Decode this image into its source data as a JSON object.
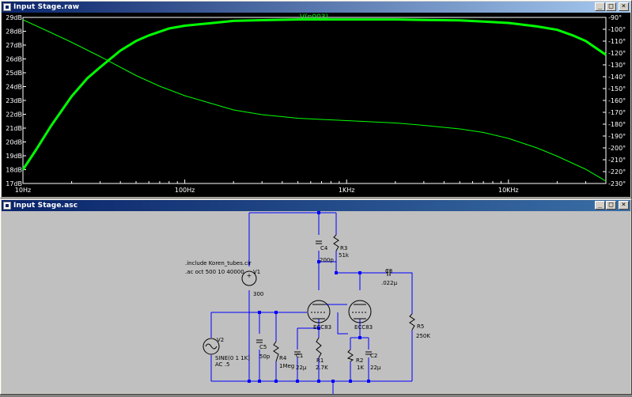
{
  "plot_window": {
    "title": "Input Stage.raw",
    "trace_label": "V(n003)",
    "trace_color": "#00ff00",
    "buttons": {
      "minimize": "_",
      "restore": "□",
      "close": "×"
    }
  },
  "schematic_window": {
    "title": "Input Stage.asc",
    "buttons": {
      "minimize": "_",
      "restore": "□",
      "close": "×"
    },
    "directives": [
      ".include Koren_tubes.cir",
      ".ac oct 500 10 40000"
    ],
    "components": {
      "v1": {
        "ref": "V1",
        "value": "300"
      },
      "v2": {
        "ref": "V2",
        "value": "SINE(0 1 1K)",
        "value2": "AC .5"
      },
      "c4": {
        "ref": "C4",
        "value": "200p"
      },
      "r3": {
        "ref": "R3",
        "value": "51k"
      },
      "c3": {
        "ref": "C3",
        "value": ".022µ"
      },
      "r5": {
        "ref": "R5",
        "value": "250K"
      },
      "c5": {
        "ref": "C5",
        "value": "50p"
      },
      "r4": {
        "ref": "R4",
        "value": "1Meg"
      },
      "c1": {
        "ref": "C1",
        "value": "22µ"
      },
      "r1": {
        "ref": "R1",
        "value": "2.7K"
      },
      "r2": {
        "ref": "R2",
        "value": "1K"
      },
      "c2": {
        "ref": "C2",
        "value": "22µ"
      },
      "u1": {
        "value": "ECC83"
      },
      "u2": {
        "value": "ECC83"
      }
    }
  },
  "chart_data": {
    "type": "line",
    "x_scale": "log",
    "xlim": [
      10,
      40000
    ],
    "x_ticks": [
      "10Hz",
      "100Hz",
      "1KHz",
      "10KHz"
    ],
    "y_left_ticks": [
      "29dB",
      "28dB",
      "27dB",
      "26dB",
      "25dB",
      "24dB",
      "23dB",
      "22dB",
      "21dB",
      "20dB",
      "19dB",
      "18dB",
      "17dB"
    ],
    "y_left_range_db": [
      17,
      29
    ],
    "y_right_ticks": [
      "-90°",
      "-100°",
      "-110°",
      "-120°",
      "-130°",
      "-140°",
      "-150°",
      "-160°",
      "-170°",
      "-180°",
      "-190°",
      "-200°",
      "-210°",
      "-220°",
      "-230°"
    ],
    "y_right_range_deg": [
      -230,
      -90
    ],
    "grid": false,
    "series": [
      {
        "name": "V(n003)",
        "kind": "magnitude_db",
        "x": [
          10,
          12,
          15,
          20,
          25,
          30,
          40,
          50,
          60,
          80,
          100,
          150,
          200,
          300,
          500,
          1000,
          2000,
          3000,
          5000,
          7000,
          10000,
          15000,
          20000,
          25000,
          30000,
          40000
        ],
        "y": [
          18.0,
          19.4,
          21.2,
          23.3,
          24.6,
          25.4,
          26.6,
          27.3,
          27.7,
          28.2,
          28.4,
          28.6,
          28.75,
          28.8,
          28.85,
          28.85,
          28.85,
          28.82,
          28.78,
          28.7,
          28.6,
          28.35,
          28.1,
          27.7,
          27.3,
          26.3
        ]
      },
      {
        "name": "V(n003) phase",
        "kind": "phase_deg",
        "x": [
          10,
          15,
          20,
          30,
          50,
          70,
          100,
          150,
          200,
          300,
          500,
          700,
          1000,
          2000,
          3000,
          5000,
          7000,
          10000,
          15000,
          20000,
          30000,
          40000
        ],
        "y": [
          -92,
          -103,
          -111,
          -123,
          -139,
          -148,
          -156,
          -163,
          -168,
          -172,
          -175,
          -176,
          -177,
          -179,
          -181,
          -184,
          -187,
          -192,
          -200,
          -207,
          -218,
          -228
        ]
      }
    ]
  }
}
